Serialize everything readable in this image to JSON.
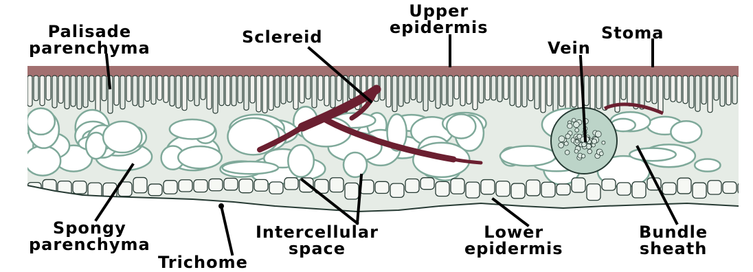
{
  "figure": {
    "labels": {
      "palisade": [
        "Palisade",
        "parenchyma"
      ],
      "sclereid": [
        "Sclereid"
      ],
      "upper_epidermis": [
        "Upper",
        "epidermis"
      ],
      "stoma": [
        "Stoma"
      ],
      "vein": [
        "Vein"
      ],
      "spongy": [
        "Spongy",
        "parenchyma"
      ],
      "trichome": [
        "Trichome"
      ],
      "intercellular": [
        "Intercellular",
        "space"
      ],
      "lower_epidermis": [
        "Lower",
        "epidermis"
      ],
      "bundle_sheath": [
        "Bundle",
        "sheath"
      ]
    },
    "colors": {
      "upper_cells": "#a27070",
      "tissue": "#e6ece6",
      "cell_wall": "#263a33",
      "stain": "#7fa99a",
      "sclereid": "#6b1f30",
      "background": "#ffffff"
    }
  }
}
